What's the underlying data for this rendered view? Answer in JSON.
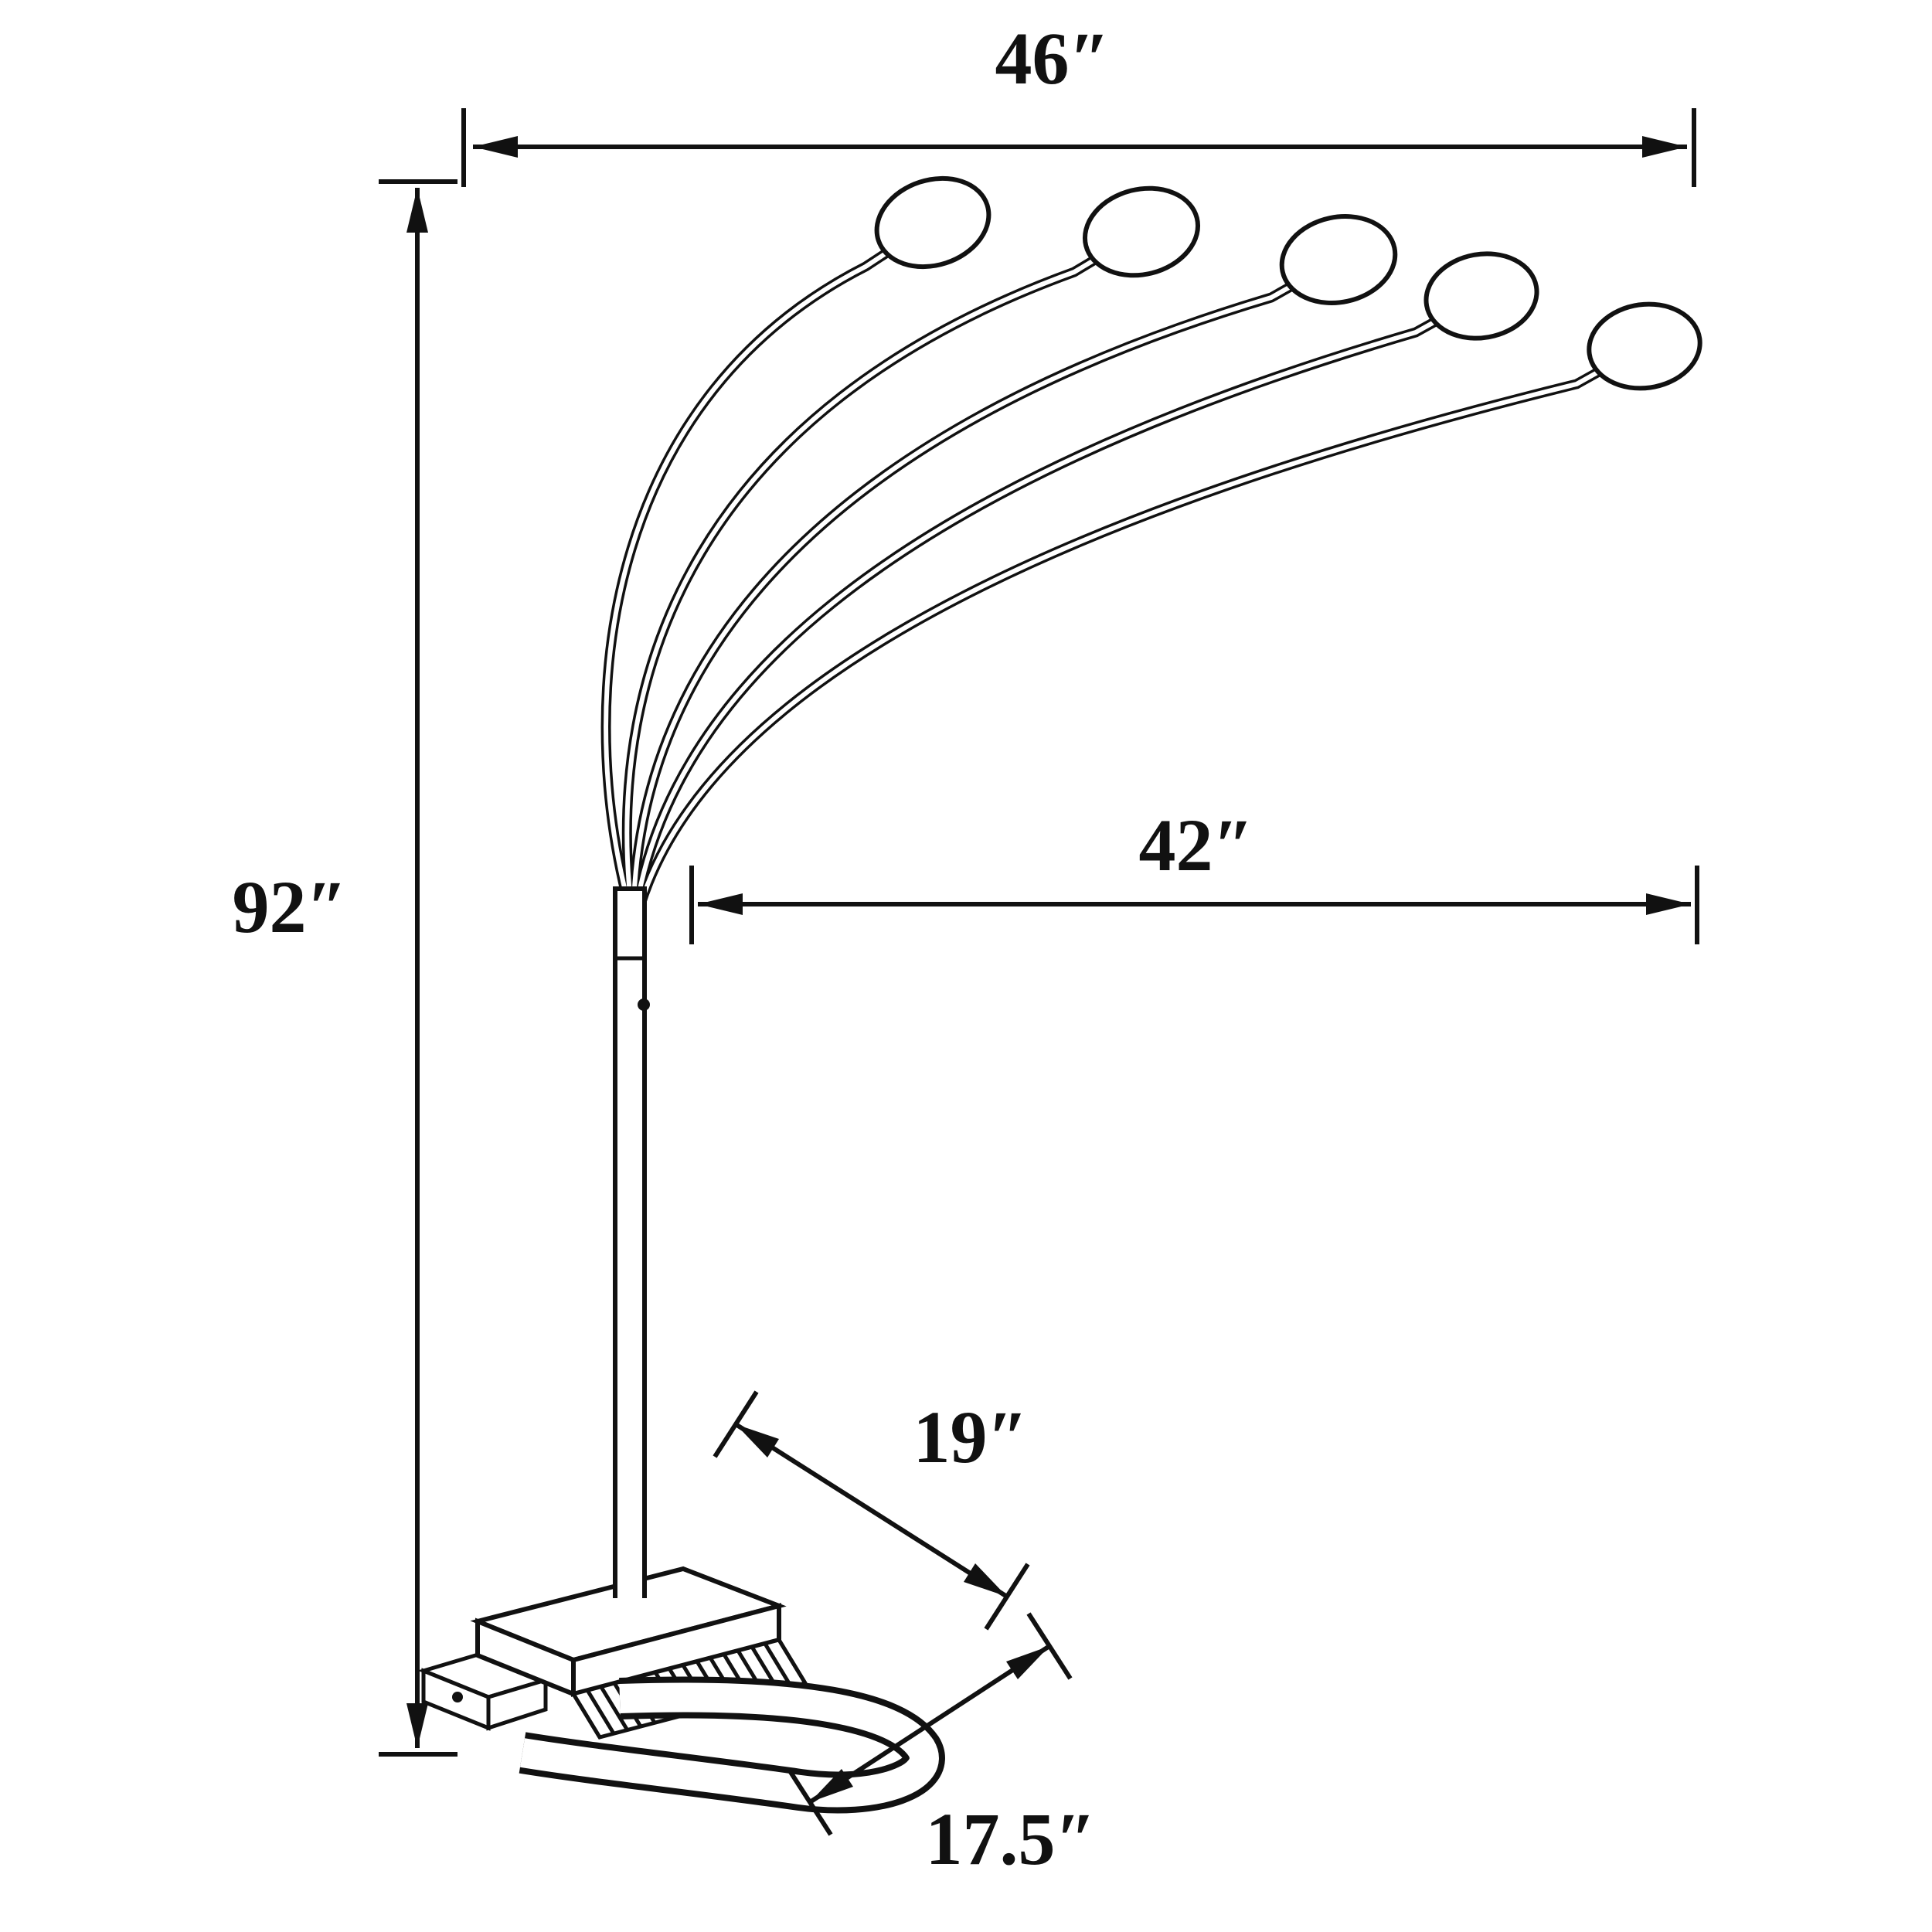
{
  "diagram": {
    "subject": "five-arm-arc-floor-lamp-dimension-drawing",
    "colors": {
      "line": "#111111",
      "background": "#ffffff"
    },
    "labels": {
      "overall_width": "46″",
      "overall_height": "92″",
      "arm_reach": "42″",
      "base_depth": "19″",
      "base_width": "17.5″"
    }
  }
}
